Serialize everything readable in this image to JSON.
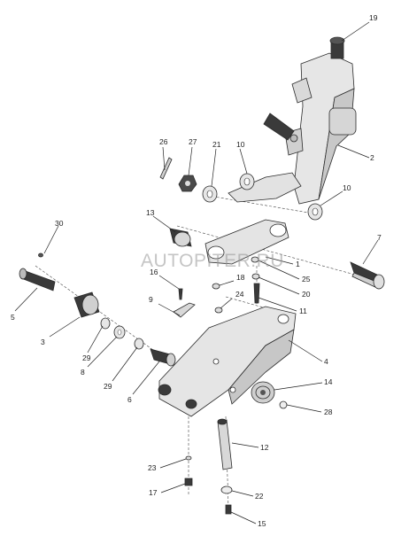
{
  "watermark": "AUTOPITER.RU",
  "colors": {
    "part_fill": "#e9e9e9",
    "part_shade": "#bdbdbd",
    "part_dark": "#3a3a3a",
    "background": "#ffffff"
  },
  "callouts": [
    "19",
    "2",
    "26",
    "27",
    "21",
    "10",
    "10",
    "13",
    "7",
    "30",
    "1",
    "25",
    "16",
    "18",
    "20",
    "5",
    "9",
    "24",
    "11",
    "3",
    "29",
    "8",
    "29",
    "6",
    "4",
    "14",
    "28",
    "12",
    "23",
    "17",
    "22",
    "15"
  ]
}
